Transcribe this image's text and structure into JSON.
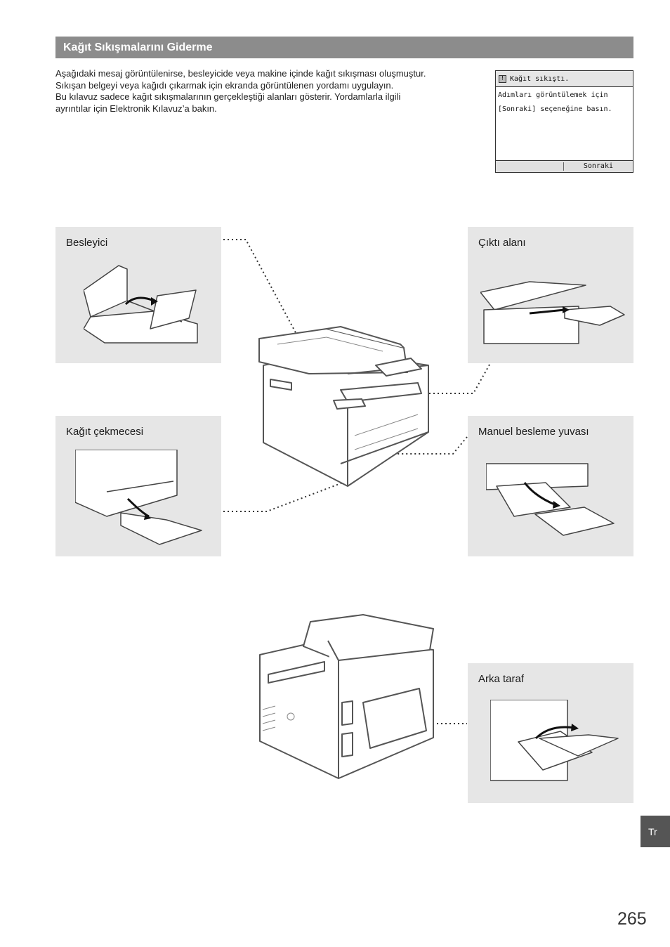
{
  "header": {
    "title": "Kağıt Sıkışmalarını Giderme"
  },
  "intro": {
    "lines": [
      "Aşağıdaki mesaj görüntülenirse, besleyicide veya makine içinde kağıt sıkışması oluşmuştur.",
      "Sıkışan belgeyi veya kağıdı çıkarmak için ekranda görüntülenen yordamı uygulayın.",
      "Bu kılavuz sadece kağıt sıkışmalarının gerçekleştiği alanları gösterir. Yordamlarla ilgili",
      "ayrıntılar için Elektronik Kılavuz’a bakın."
    ]
  },
  "lcd": {
    "title": "Kağıt sıkıştı.",
    "line1": "Adımları görüntülemek için",
    "line2": "[Sonraki] seçeneğine basın.",
    "next_button": "Sonraki"
  },
  "panels": {
    "feeder": "Besleyici",
    "output": "Çıktı alanı",
    "drawer": "Kağıt çekmecesi",
    "manual": "Manuel besleme yuvası",
    "rear": "Arka taraf"
  },
  "language_tab": "Tr",
  "page_number": "265"
}
